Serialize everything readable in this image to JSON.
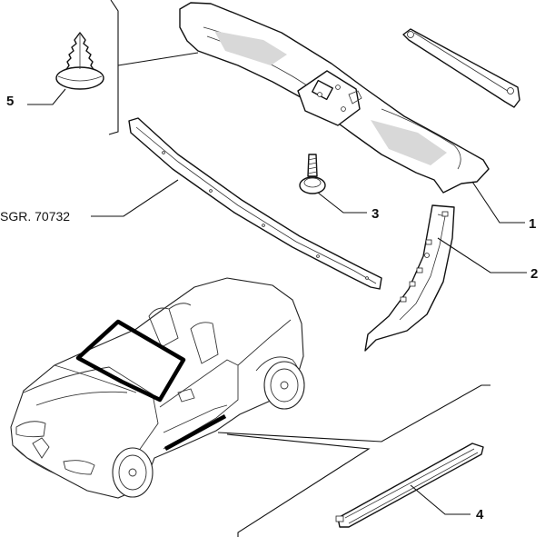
{
  "callouts": [
    {
      "id": "1",
      "label": "1"
    },
    {
      "id": "2",
      "label": "2"
    },
    {
      "id": "3",
      "label": "3"
    },
    {
      "id": "4",
      "label": "4"
    },
    {
      "id": "5",
      "label": "5"
    }
  ],
  "reference": {
    "label": "SGR. 70732"
  }
}
